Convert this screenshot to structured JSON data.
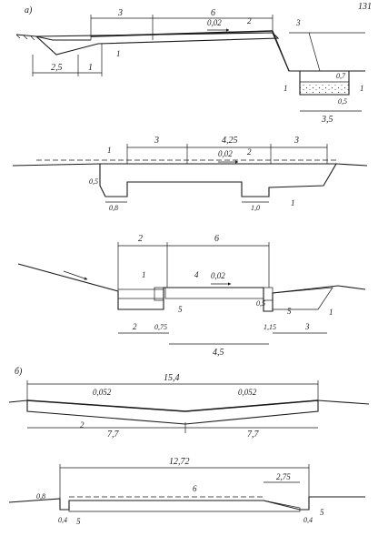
{
  "page_number": "131",
  "section_labels": {
    "a": "а)",
    "b": "б)"
  },
  "fig1": {
    "dims": [
      "3",
      "6",
      "2,5",
      "1",
      "1",
      "0,5",
      "0,7",
      "1",
      "3,5"
    ],
    "slope": "0,02",
    "callouts": [
      "2",
      "1",
      "3"
    ]
  },
  "fig2": {
    "dims": [
      "3",
      "4,25",
      "3",
      "0,8",
      "1,0",
      "0,5"
    ],
    "slope": "0,02",
    "callouts": [
      "1",
      "2",
      "1"
    ]
  },
  "fig3": {
    "dims": [
      "2",
      "6",
      "2",
      "0,75",
      "4,5",
      "1,15",
      "3",
      "0,5"
    ],
    "slope": "0,02",
    "callouts": [
      "1",
      "4",
      "5",
      "5",
      "1"
    ]
  },
  "fig4": {
    "dims": [
      "15,4",
      "7,7",
      "7,7"
    ],
    "slopes": [
      "0,052",
      "0,052"
    ],
    "callouts": [
      "2"
    ]
  },
  "fig5": {
    "dims": [
      "12,72",
      "2,75",
      "0,8",
      "0,4",
      "0,4"
    ],
    "callouts": [
      "6",
      "5",
      "5"
    ]
  }
}
